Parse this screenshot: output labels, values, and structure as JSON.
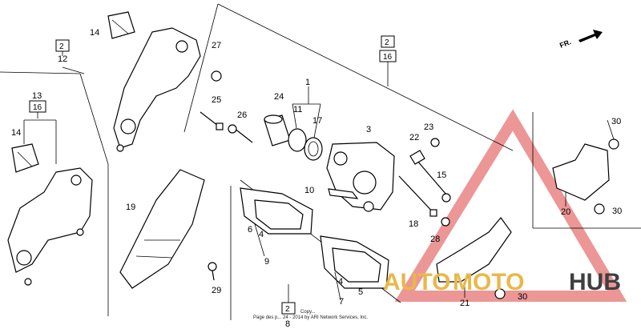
{
  "diagram": {
    "direction_label": "FR.",
    "watermark": {
      "auto": "AUTO",
      "moto": "MOTO",
      "hub": "HUB",
      "colors": {
        "auto": "#e8b84a",
        "moto": "#e8b84a",
        "hub": "#3f3f3f",
        "triangle": "#e57373"
      }
    },
    "copyright": "Page des p... 24 - 2014 by ARI Network Services, Inc.",
    "copyright_top": "Copy...",
    "callouts": {
      "c1": "1",
      "c2a": "2",
      "c2b": "2",
      "c2c": "2",
      "c3": "3",
      "c4a": "4",
      "c4b": "4",
      "c5": "5",
      "c6": "6",
      "c7": "7",
      "c8": "8",
      "c9": "9",
      "c10": "10",
      "c11": "11",
      "c12": "12",
      "c13": "13",
      "c14a": "14",
      "c14b": "14",
      "c15": "15",
      "c16a": "16",
      "c16b": "16",
      "c17": "17",
      "c18": "18",
      "c19": "19",
      "c20": "20",
      "c21": "21",
      "c22": "22",
      "c23": "23",
      "c24": "24",
      "c25": "25",
      "c26": "26",
      "c27": "27",
      "c28": "28",
      "c29": "29",
      "c30a": "30",
      "c30b": "30",
      "c30c": "30"
    }
  }
}
